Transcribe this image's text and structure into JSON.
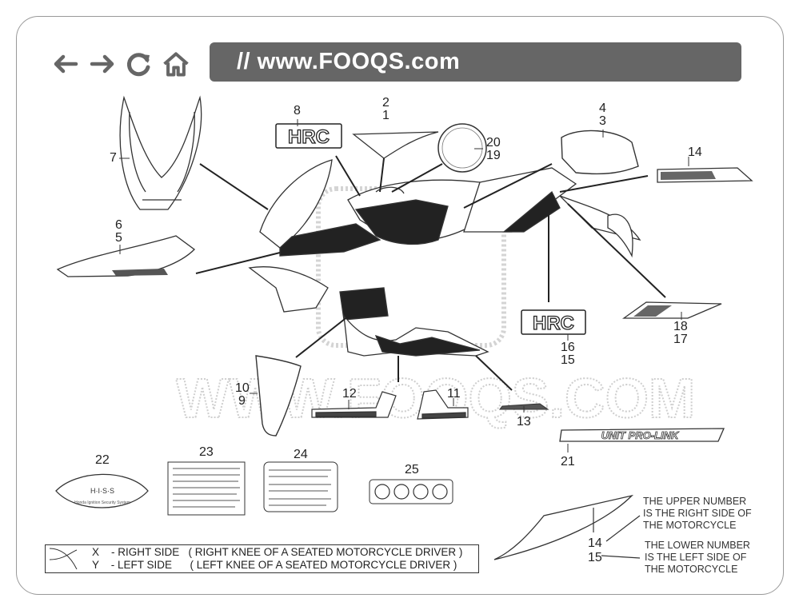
{
  "nav": {
    "back_icon": "arrow-left-icon",
    "forward_icon": "arrow-right-icon",
    "reload_icon": "reload-icon",
    "home_icon": "home-icon"
  },
  "url": "// www.FOOQS.com",
  "watermark": "WWW.FOOQS.COM",
  "parts": {
    "p2": "2",
    "p1": "1",
    "p8": "8",
    "p7": "7",
    "p4": "4",
    "p3": "3",
    "p20": "20",
    "p19": "19",
    "p14a": "14",
    "p6": "6",
    "p5": "5",
    "p18": "18",
    "p17": "17",
    "p16": "16",
    "p15a": "15",
    "p10": "10",
    "p9": "9",
    "p12": "12",
    "p11": "11",
    "p13": "13",
    "p21": "21",
    "p22": "22",
    "p23": "23",
    "p24": "24",
    "p25": "25",
    "p14b": "14",
    "p15b": "15"
  },
  "decals": {
    "hrc": "HRC",
    "unit_pro_link": "UNIT PRO-LINK",
    "his": "H·I·S·S",
    "his_sub": "Honda Ignition Security System"
  },
  "notes": {
    "upper": [
      "THE UPPER NUMBER",
      "IS THE RIGHT SIDE OF",
      "THE MOTORCYCLE"
    ],
    "lower": [
      "THE LOWER NUMBER",
      "IS THE LEFT SIDE OF",
      "THE MOTORCYCLE"
    ]
  },
  "legend": {
    "x_line": "X    - RIGHT SIDE   ( RIGHT KNEE OF A SEATED MOTORCYCLE DRIVER )",
    "y_line": "Y    - LEFT SIDE      ( LEFT KNEE OF A SEATED MOTORCYCLE DRIVER )"
  }
}
